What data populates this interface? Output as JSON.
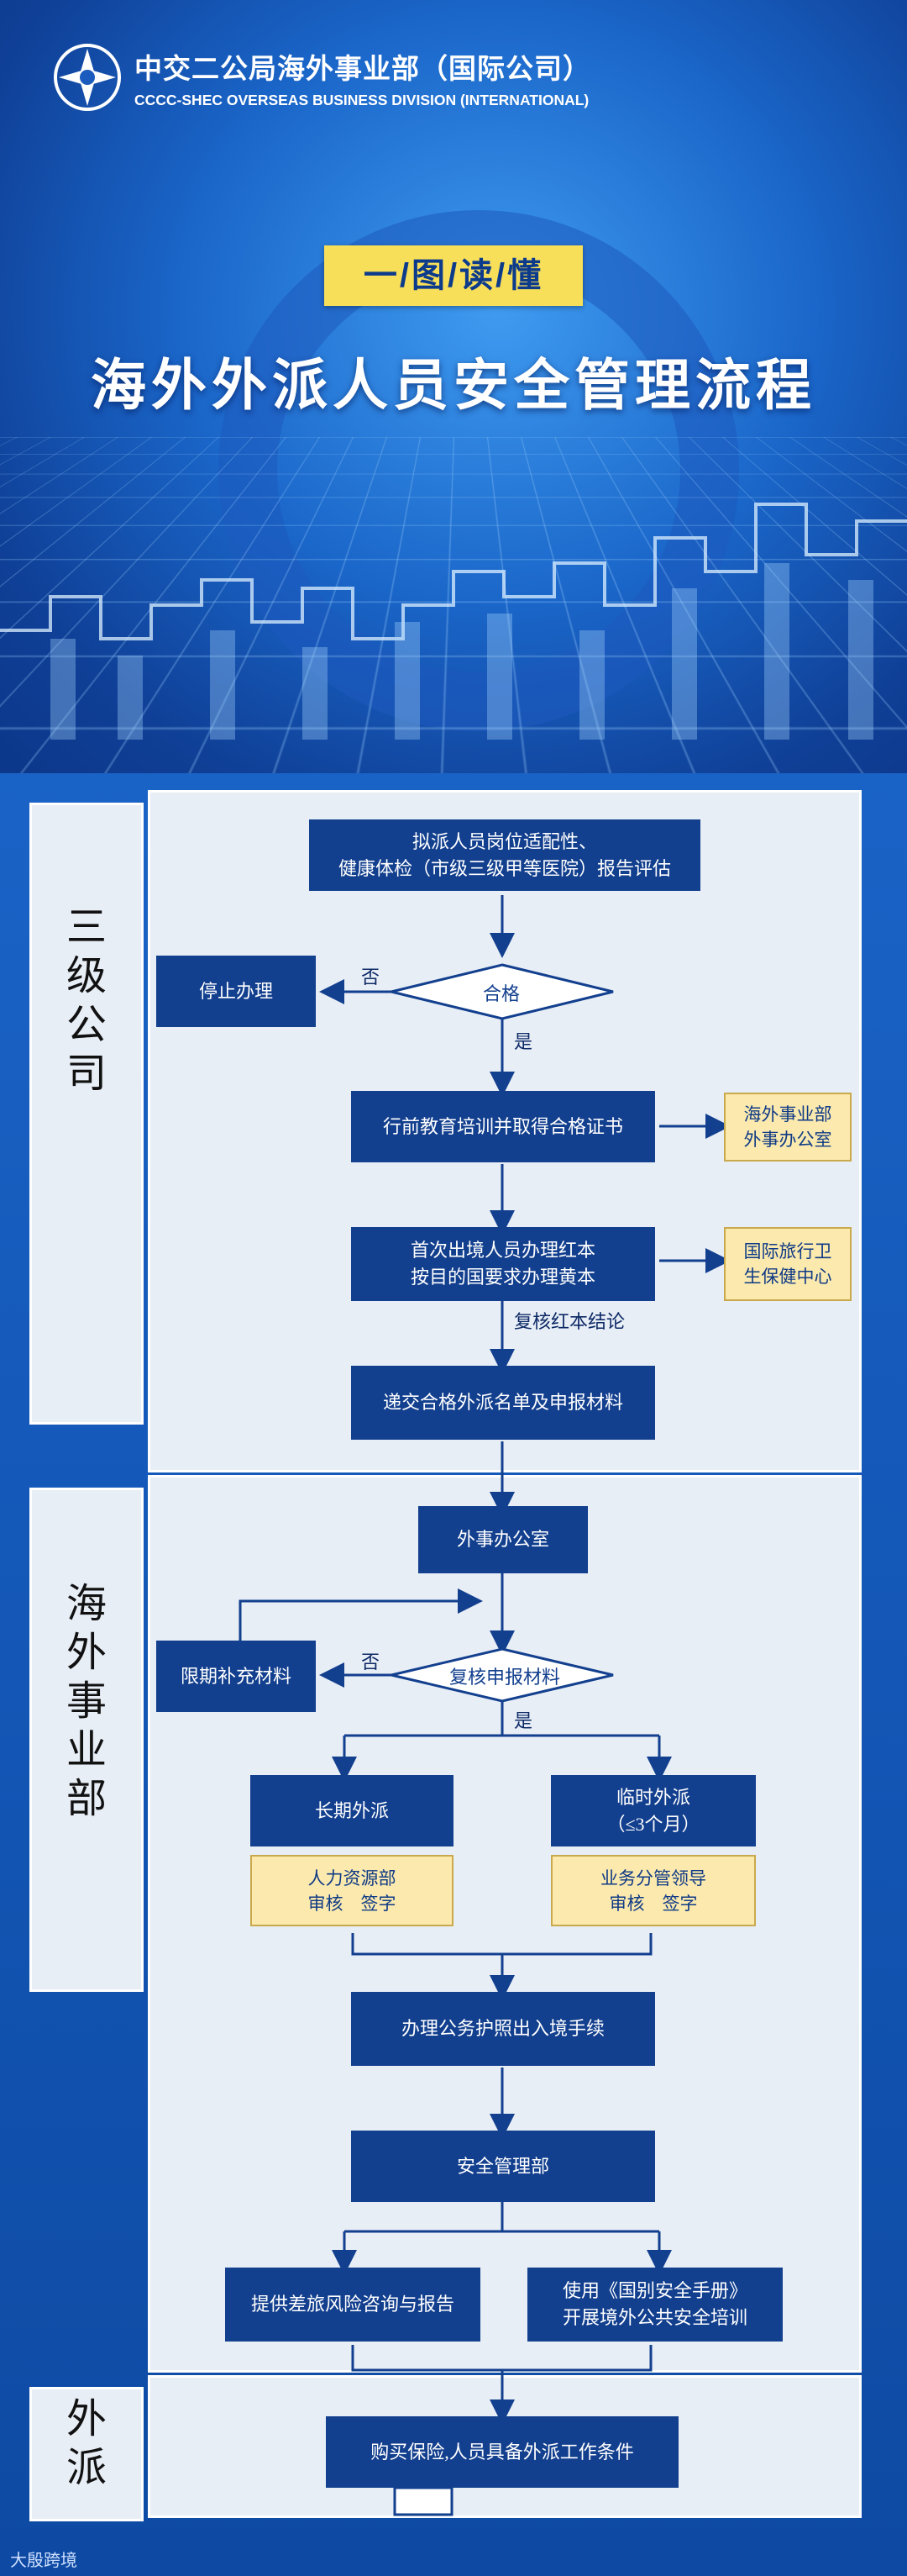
{
  "header": {
    "brand_cn": "中交二公局海外事业部（国际公司）",
    "brand_en": "CCCC-SHEC OVERSEAS BUSINESS DIVISION (INTERNATIONAL)",
    "tagline": "一/图/读/懂",
    "title": "海外外派人员安全管理流程"
  },
  "sections": {
    "level3": "三级公司",
    "overseas": "海外事业部",
    "dispatch": "外派"
  },
  "flow": {
    "assess": "拟派人员岗位适配性、健康体检（市级三级甲等医院）报告评估",
    "assess_l1": "拟派人员岗位适配性、",
    "assess_l2": "健康体检（市级三级甲等医院）报告评估",
    "qualified": "合格",
    "no1": "否",
    "yes1": "是",
    "stop": "停止办理",
    "training": "行前教育培训并取得合格证书",
    "foreign_affairs_office_l1": "海外事业部",
    "foreign_affairs_office_l2": "外事办公室",
    "redbook_l1": "首次出境人员办理红本",
    "redbook_l2": "按目的国要求办理黄本",
    "health_center_l1": "国际旅行卫",
    "health_center_l2": "生保健中心",
    "recheck_redbook": "复核红本结论",
    "submit": "递交合格外派名单及申报材料",
    "fao": "外事办公室",
    "review": "复核申报材料",
    "no2": "否",
    "yes2": "是",
    "supplement": "限期补充材料",
    "long_term": "长期外派",
    "temporary_l1": "临时外派",
    "temporary_l2": "（≤3个月）",
    "hr_l1": "人力资源部",
    "hr_l2": "审核　签字",
    "leader_l1": "业务分管领导",
    "leader_l2": "审核　签字",
    "passport": "办理公务护照出入境手续",
    "safety_dept": "安全管理部",
    "risk_report": "提供差旅风险咨询与报告",
    "manual_l1": "使用《国别安全手册》",
    "manual_l2": "开展境外公共安全培训",
    "insurance": "购买保险,人员具备外派工作条件"
  },
  "watermark": "大殷跨境",
  "colors": {
    "dark_blue": "#123f8e",
    "yellow": "#f8df5a",
    "panel_bg": "#e8eef6"
  }
}
